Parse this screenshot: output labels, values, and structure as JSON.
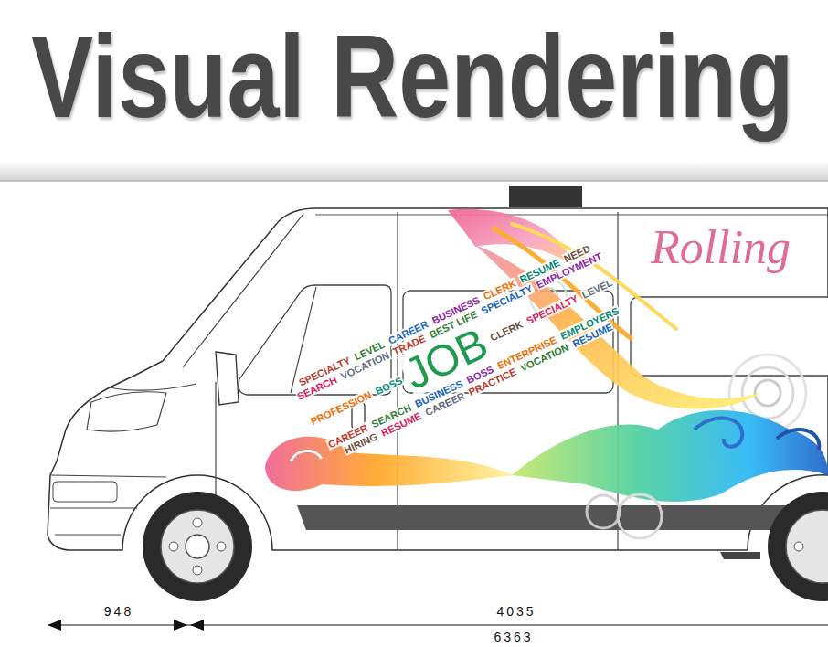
{
  "diagram": {
    "title": "Visual Rendering",
    "labels": [
      "Rolling",
      "JOB",
      "SPECIALTY",
      "LEVEL",
      "CAREER",
      "BUSINESS",
      "CLERK",
      "RESUME",
      "NEED",
      "SEARCH",
      "VOCATION",
      "TRADE",
      "BEST LIFE",
      "SPECIALTY",
      "EMPLOYMENT",
      "PROFESSION",
      "BOSS",
      "CLERK",
      "SPECIALTY",
      "LEVEL",
      "CAREER",
      "SEARCH",
      "BUSINESS",
      "BOSS",
      "ENTERPRISE",
      "EMPLOYERS",
      "HIRING",
      "RESUME",
      "CAREER",
      "PRACTICE",
      "VOCATION",
      "RESUME",
      "948",
      "4035",
      "6363"
    ]
  }
}
